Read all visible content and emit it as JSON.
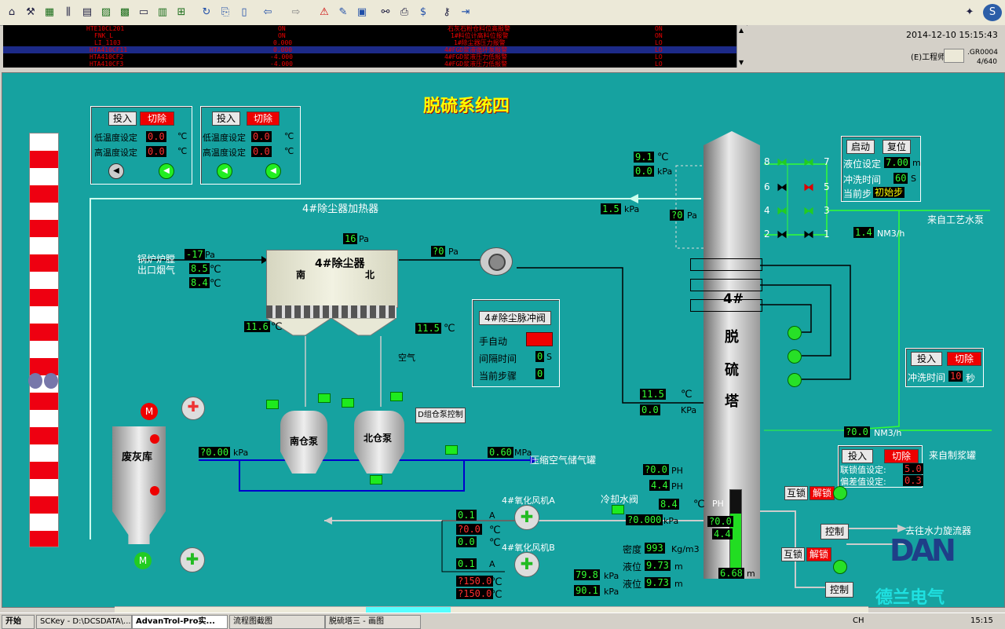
{
  "toolbar": {
    "icons": [
      "home-icon",
      "tools-icon",
      "grid-icon",
      "trend-icon",
      "report-icon",
      "chart-icon",
      "table-icon",
      "list-icon",
      "network-icon",
      "refresh-icon",
      "page-icon",
      "book-icon",
      "back-icon",
      "forward-icon",
      "alarm-icon",
      "edit-icon",
      "window-icon",
      "binoculars-icon",
      "print-icon",
      "dollar-icon",
      "key-icon",
      "exit-icon"
    ]
  },
  "alarm": {
    "rows": [
      {
        "tag": "HTE10CL201",
        "value": "ON",
        "desc": "石灰石粉仓料位高报警",
        "state": "ON"
      },
      {
        "tag": "FNK_L",
        "value": "ON",
        "desc": "1#料位计高料位报警",
        "state": "ON"
      },
      {
        "tag": "LI_1103",
        "value": "0.000",
        "desc": "1#除尘器压力报警",
        "state": "LO"
      },
      {
        "tag": "HTA410CF11",
        "value": "0.000",
        "desc": "4#FGD浆液循环泵报警",
        "state": "LO"
      },
      {
        "tag": "HTA410CF2",
        "value": "-4.000",
        "desc": "4#FGD浆液压力低报警",
        "state": "LO"
      },
      {
        "tag": "HTA410CF3",
        "value": "-4.000",
        "desc": "4#FGD浆液压力低报警",
        "state": "LO"
      }
    ]
  },
  "info": {
    "datetime": "2014-12-10 15:15:43",
    "user": "(E)工程师",
    "station": ".GR0004",
    "page": "4/640"
  },
  "title": "脱硫系统四",
  "heater_panel1": {
    "on": "投入",
    "off": "切除",
    "low_label": "低温度设定",
    "low_val": "0.0",
    "high_label": "高温度设定",
    "high_val": "0.0",
    "unit": "℃"
  },
  "heater_panel2": {
    "on": "投入",
    "off": "切除",
    "low_label": "低温度设定",
    "low_val": "0.0",
    "high_label": "高温度设定",
    "high_val": "0.0",
    "unit": "℃"
  },
  "heater_label": "4#除尘器加热器",
  "boiler": {
    "label1": "锅炉炉膛",
    "label2": "出口烟气",
    "pressure": "-17",
    "pressure_unit": "Pa",
    "temp1": "8.5",
    "temp2": "8.4",
    "temp_unit": "℃"
  },
  "dust": {
    "label": "4#除尘器",
    "south": "南",
    "north": "北",
    "top_pressure": "16",
    "top_unit": "Pa",
    "right_pressure": "?0",
    "right_unit": "Pa",
    "temp_left": "11.6",
    "temp_right": "11.5",
    "temp_unit": "℃",
    "air": "空气"
  },
  "pulse": {
    "title": "4#除尘脉冲阀",
    "auto": "手自动",
    "interval": "间隔时间",
    "interval_val": "0",
    "interval_unit": "S",
    "step": "当前步骤",
    "step_val": "0"
  },
  "pump_south": "南仓泵",
  "pump_north": "北仓泵",
  "pump_control": "D组仓泵控制",
  "ash": "废灰库",
  "compressed": {
    "label": "压缩空气储气罐",
    "val": "0.60",
    "unit": "MPa",
    "left_val": "?0.00",
    "left_unit": "kPa"
  },
  "tower": {
    "label": [
      "4#",
      "脱",
      "硫",
      "塔"
    ],
    "top_temp": "9.1",
    "top_temp_unit": "℃",
    "top_pressure": "0.0",
    "top_pressure_unit": "kPa",
    "line_pressure": "1.5",
    "line_pressure_unit": "kPa",
    "mid_pressure": "?0",
    "mid_pressure_unit": "Pa",
    "inlet_temp": "11.5",
    "inlet_temp_unit": "℃",
    "inlet_pressure": "0.0",
    "inlet_pressure_unit": "KPa",
    "level": "6.68",
    "level_unit": "m",
    "ph_label": "PH",
    "ph_val": "?0.0",
    "ph_val2": "4.4"
  },
  "wash": {
    "start": "启动",
    "reset": "复位",
    "level_label": "液位设定",
    "level_val": "7.00",
    "level_unit": "m",
    "time_label": "冲洗时间",
    "time_val": "60",
    "time_unit": "S",
    "step_label": "当前步",
    "step_val": "初始步",
    "valves": [
      "8",
      "7",
      "6",
      "5",
      "4",
      "3",
      "2",
      "1"
    ]
  },
  "process_water": {
    "label": "来自工艺水泵",
    "flow": "1.4",
    "unit": "NM3/h"
  },
  "flush_panel": {
    "on": "投入",
    "off": "切除",
    "time_label": "冲洗时间",
    "time_val": "10",
    "time_unit": "秒"
  },
  "slurry": {
    "label": "来自制浆罐",
    "flow": "?0.0",
    "unit": "NM3/h"
  },
  "interlock_panel": {
    "on": "投入",
    "off": "切除",
    "link_label": "联锁值设定:",
    "link_val": "5.0",
    "dev_label": "偏差值设定:",
    "dev_val": "0.3"
  },
  "ph_left": {
    "v1": "?0.0",
    "v2": "4.4",
    "unit": "PH"
  },
  "fan_a": {
    "label": "4#氧化风机A",
    "cur": "0.1",
    "cur_unit": "A",
    "t1": "?0.0",
    "t2": "0.0",
    "t_unit": "℃"
  },
  "fan_b": {
    "label": "4#氧化风机B",
    "cur": "0.1",
    "cur_unit": "A",
    "t1": "?150.0",
    "t2": "?150.0",
    "t_unit": "℃"
  },
  "cooling": {
    "label": "冷却水阀",
    "temp": "8.4",
    "temp_unit": "℃",
    "pressure": "?0.000",
    "pressure_unit": "kPa"
  },
  "density": {
    "label": "密度",
    "val": "993",
    "unit": "Kg/m3"
  },
  "level1": {
    "label": "液位",
    "val": "9.73",
    "unit": "m"
  },
  "level2": {
    "label": "液位",
    "val": "9.73",
    "unit": "m"
  },
  "p1": {
    "val": "79.8",
    "unit": "kPa"
  },
  "p2": {
    "val": "90.1",
    "unit": "kPa"
  },
  "lock1": {
    "lock": "互锁",
    "unlock": "解锁",
    "control": "控制"
  },
  "lock2": {
    "lock": "互锁",
    "unlock": "解锁",
    "control": "控制"
  },
  "hydro": "去往水力旋流器",
  "logo": "德兰电气",
  "taskbar": {
    "start": "开始",
    "tasks": [
      "SCKey - D:\\DCSDATA\\...",
      "AdvanTrol-Pro实...",
      "流程图截图",
      "脱硫塔三 - 画图"
    ],
    "lang": "CH",
    "time": "15:15"
  }
}
